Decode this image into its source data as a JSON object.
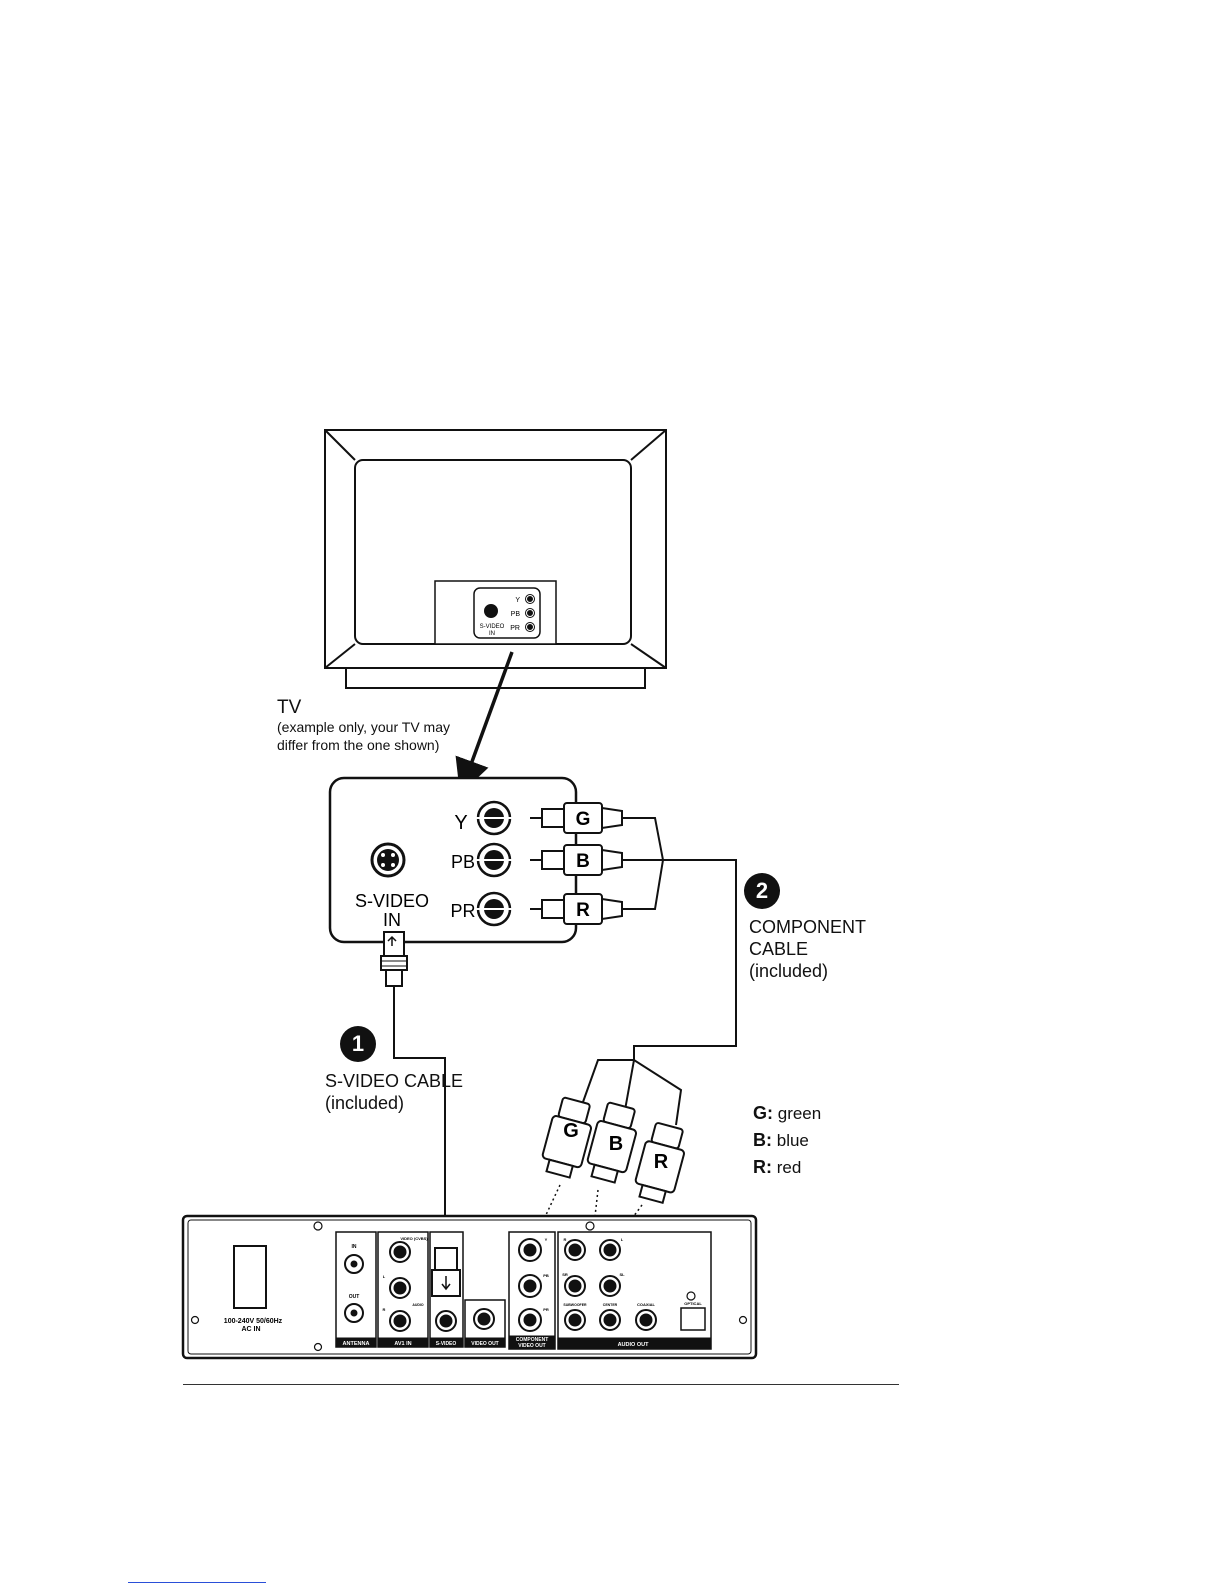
{
  "tv": {
    "title": "TV",
    "note_line1": "(example only, your TV may",
    "note_line2": "differ from the one shown)",
    "small_panel": {
      "y": "Y",
      "pb": "PB",
      "pr": "PR",
      "svideo_line1": "S-VIDEO",
      "svideo_line2": "IN"
    }
  },
  "tv_panel": {
    "y_label": "Y",
    "pb_label": "PB",
    "pr_label": "PR",
    "svideo_line1": "S-VIDEO",
    "svideo_line2": "IN",
    "plug_g": "G",
    "plug_b": "B",
    "plug_r": "R"
  },
  "steps": {
    "step1": {
      "number": "1",
      "line1": "S-VIDEO CABLE",
      "line2": "(included)"
    },
    "step2": {
      "number": "2",
      "line1": "COMPONENT",
      "line2": "CABLE",
      "line3": "(included)"
    }
  },
  "cable_plugs": {
    "g": "G",
    "b": "B",
    "r": "R"
  },
  "legend": [
    {
      "key": "G:",
      "value": "green"
    },
    {
      "key": "B:",
      "value": "blue"
    },
    {
      "key": "R:",
      "value": "red"
    }
  ],
  "player": {
    "power_line1": "100-240V  50/60Hz",
    "power_line2": "AC IN",
    "antenna": "ANTENNA",
    "antenna_in": "IN",
    "antenna_out": "OUT",
    "av1_in": "AV1 IN",
    "video_cvbs": "VIDEO (CVBS)",
    "audio": "AUDIO",
    "l": "L",
    "r": "R",
    "svideo": "S-VIDEO",
    "video_out": "VIDEO OUT",
    "component_line1": "COMPONENT",
    "component_line2": "VIDEO OUT",
    "comp_y": "Y",
    "comp_pb": "PB",
    "comp_pr": "PR",
    "audio_out": "AUDIO OUT",
    "sr": "SR",
    "sl": "SL",
    "subwoofer": "SUBWOOFER",
    "center": "CENTER",
    "coaxial": "COAXIAL",
    "optical": "OPTICAL"
  }
}
